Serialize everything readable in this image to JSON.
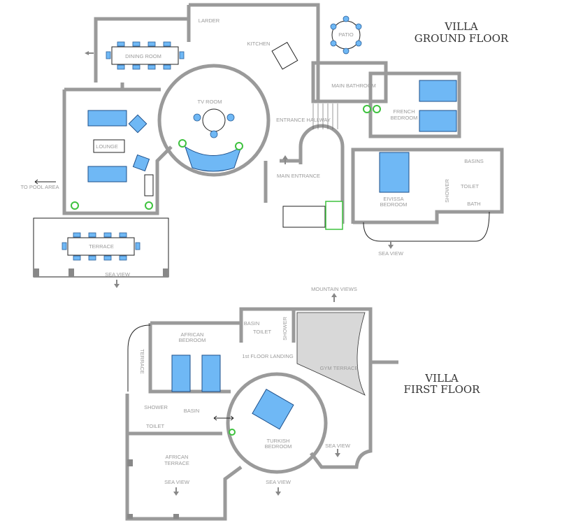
{
  "ground_floor": {
    "title_line1": "VILLA",
    "title_line2": "GROUND FLOOR",
    "rooms": {
      "larder": "LARDER",
      "kitchen": "KITCHEN",
      "patio": "PATIO",
      "dining_room": "DINING ROOM",
      "tv_room": "TV ROOM",
      "main_bathroom": "MAIN BATHROOM",
      "french_bedroom_1": "FRENCH",
      "french_bedroom_2": "BEDROOM",
      "entrance_hallway": "ENTRANCE HALLWAY",
      "lounge": "LOUNGE",
      "main_entrance": "MAIN ENTRANCE",
      "basins": "BASINS",
      "shower": "SHOWER",
      "toilet": "TOILET",
      "bath": "BATH",
      "eivissa_bedroom_1": "EIVISSA",
      "eivissa_bedroom_2": "BEDROOM",
      "terrace": "TERRACE"
    },
    "directions": {
      "to_pool_area": "TO POOL AREA",
      "sea_view_terrace": "SEA VIEW",
      "sea_view_eivissa": "SEA VIEW"
    }
  },
  "first_floor": {
    "title_line1": "VILLA",
    "title_line2": "FIRST FLOOR",
    "rooms": {
      "basin_top": "BASIN",
      "toilet_top": "TOILET",
      "shower_top": "SHOWER",
      "african_bedroom_1": "AFRICAN",
      "african_bedroom_2": "BEDROOM",
      "terrace": "TERRACE",
      "landing": "1st FLOOR LANDING",
      "gym_terrace": "GYM TERRACE",
      "shower": "SHOWER",
      "basin": "BASIN",
      "toilet": "TOILET",
      "turkish_bedroom_1": "TURKISH",
      "turkish_bedroom_2": "BEDROOM",
      "african_terrace_1": "AFRICAN",
      "african_terrace_2": "TERRACE"
    },
    "directions": {
      "mountain_views": "MOUNTAIN VIEWS",
      "sea_view_gym": "SEA VIEW",
      "sea_view_turkish": "SEA VIEW",
      "sea_view_african": "SEA VIEW"
    }
  },
  "colors": {
    "wall": "#9a9a9a",
    "furniture": "#6fb8f5",
    "plant": "#3ec23e",
    "label": "#9a9a9a"
  }
}
